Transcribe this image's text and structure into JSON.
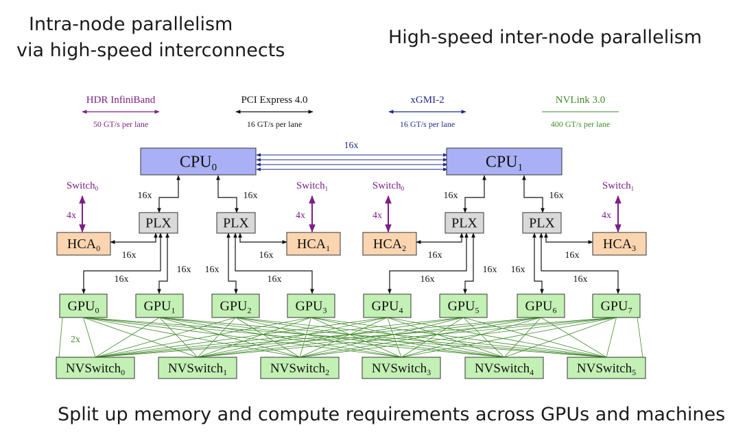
{
  "headings": {
    "left_line1": "Intra-node parallelism",
    "left_line2": "via high-speed interconnects",
    "right": "High-speed inter-node parallelism",
    "bottom": "Split up memory and compute requirements across GPUs and machines"
  },
  "legend": [
    {
      "name": "HDR InfiniBand",
      "rate": "50 GT/s per lane",
      "color": "#7b1f85",
      "style": "double-arrow"
    },
    {
      "name": "PCI Express 4.0",
      "rate": "16 GT/s per lane",
      "color": "#111111",
      "style": "double-arrow"
    },
    {
      "name": "xGMI-2",
      "rate": "16 GT/s per lane",
      "color": "#1f2a8a",
      "style": "double-arrow"
    },
    {
      "name": "NVLink 3.0",
      "rate": "400 GT/s per lane",
      "color": "#3e8a28",
      "style": "line"
    }
  ],
  "components": {
    "cpu": {
      "base": "CPU",
      "subs": [
        "0",
        "1"
      ]
    },
    "plx": "PLX",
    "hca": {
      "base": "HCA",
      "subs": [
        "0",
        "1",
        "2",
        "3"
      ]
    },
    "switch": {
      "base": "Switch",
      "subs": [
        "0",
        "1",
        "0",
        "1"
      ]
    },
    "gpu": {
      "base": "GPU",
      "subs": [
        "0",
        "1",
        "2",
        "3",
        "4",
        "5",
        "6",
        "7"
      ]
    },
    "nvswitch": {
      "base": "NVSwitch",
      "subs": [
        "0",
        "1",
        "2",
        "3",
        "4",
        "5"
      ]
    }
  },
  "link_labels": {
    "pcie": "16x",
    "xgmi": "16x",
    "infiniband": "4x",
    "nvlink": "2x"
  },
  "colors": {
    "cpu_fill": "#aab0f5",
    "plx_fill": "#d9d9d9",
    "hca_fill": "#fbd5b0",
    "gpu_fill": "#c3f0b4",
    "nvswitch_fill": "#c3f0b4",
    "infiniband": "#7b1f85",
    "pcie": "#111111",
    "xgmi": "#1f2a8a",
    "nvlink": "#3e8a28"
  }
}
